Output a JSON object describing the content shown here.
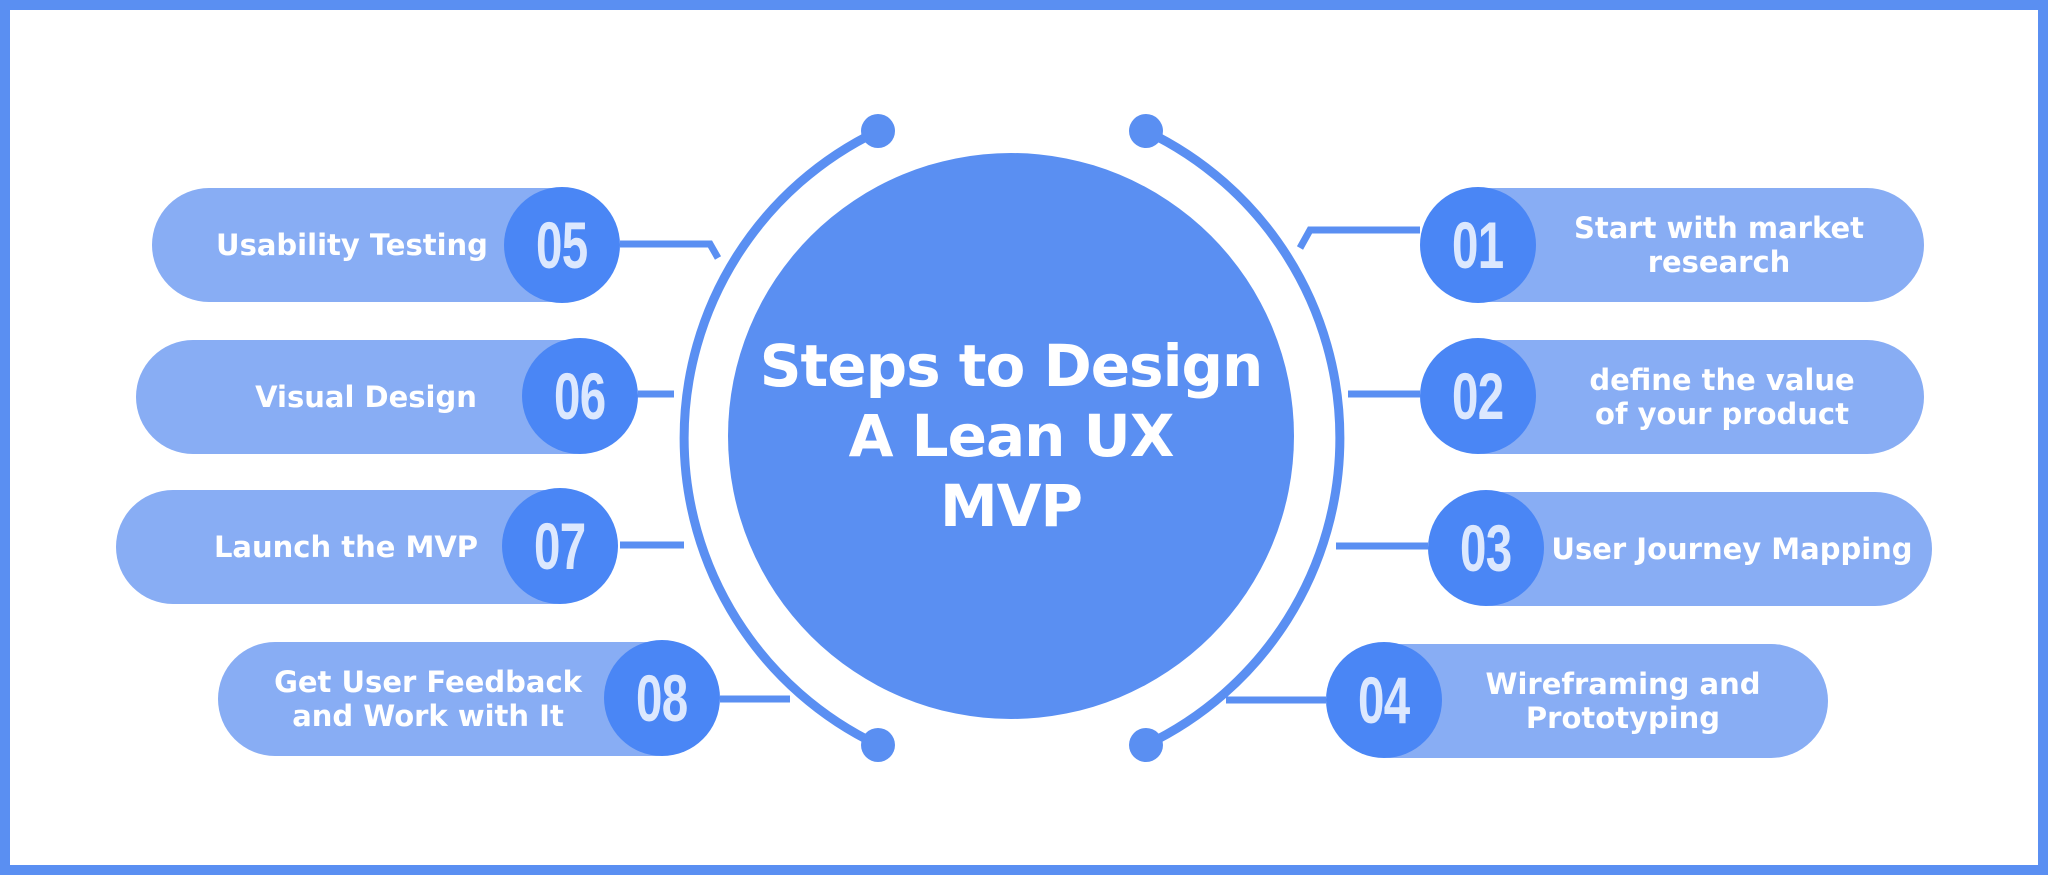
{
  "title": "Steps to Design\nA Lean UX\nMVP",
  "steps": [
    {
      "number": "01",
      "label": "Start with market\nresearch"
    },
    {
      "number": "02",
      "label": "define the value\nof your product"
    },
    {
      "number": "03",
      "label": "User Journey Mapping"
    },
    {
      "number": "04",
      "label": "Wireframing and\nPrototyping"
    },
    {
      "number": "05",
      "label": "Usability Testing"
    },
    {
      "number": "06",
      "label": "Visual Design"
    },
    {
      "number": "07",
      "label": "Launch the MVP"
    },
    {
      "number": "08",
      "label": "Get User Feedback\nand Work with It"
    }
  ],
  "colors": {
    "frame": "#5a8ff2",
    "center": "#5a8ff2",
    "pill": "#88adf4",
    "number_circle": "#4a86f5",
    "number_text": "#dce8fe",
    "connector": "#5a8ff2"
  }
}
